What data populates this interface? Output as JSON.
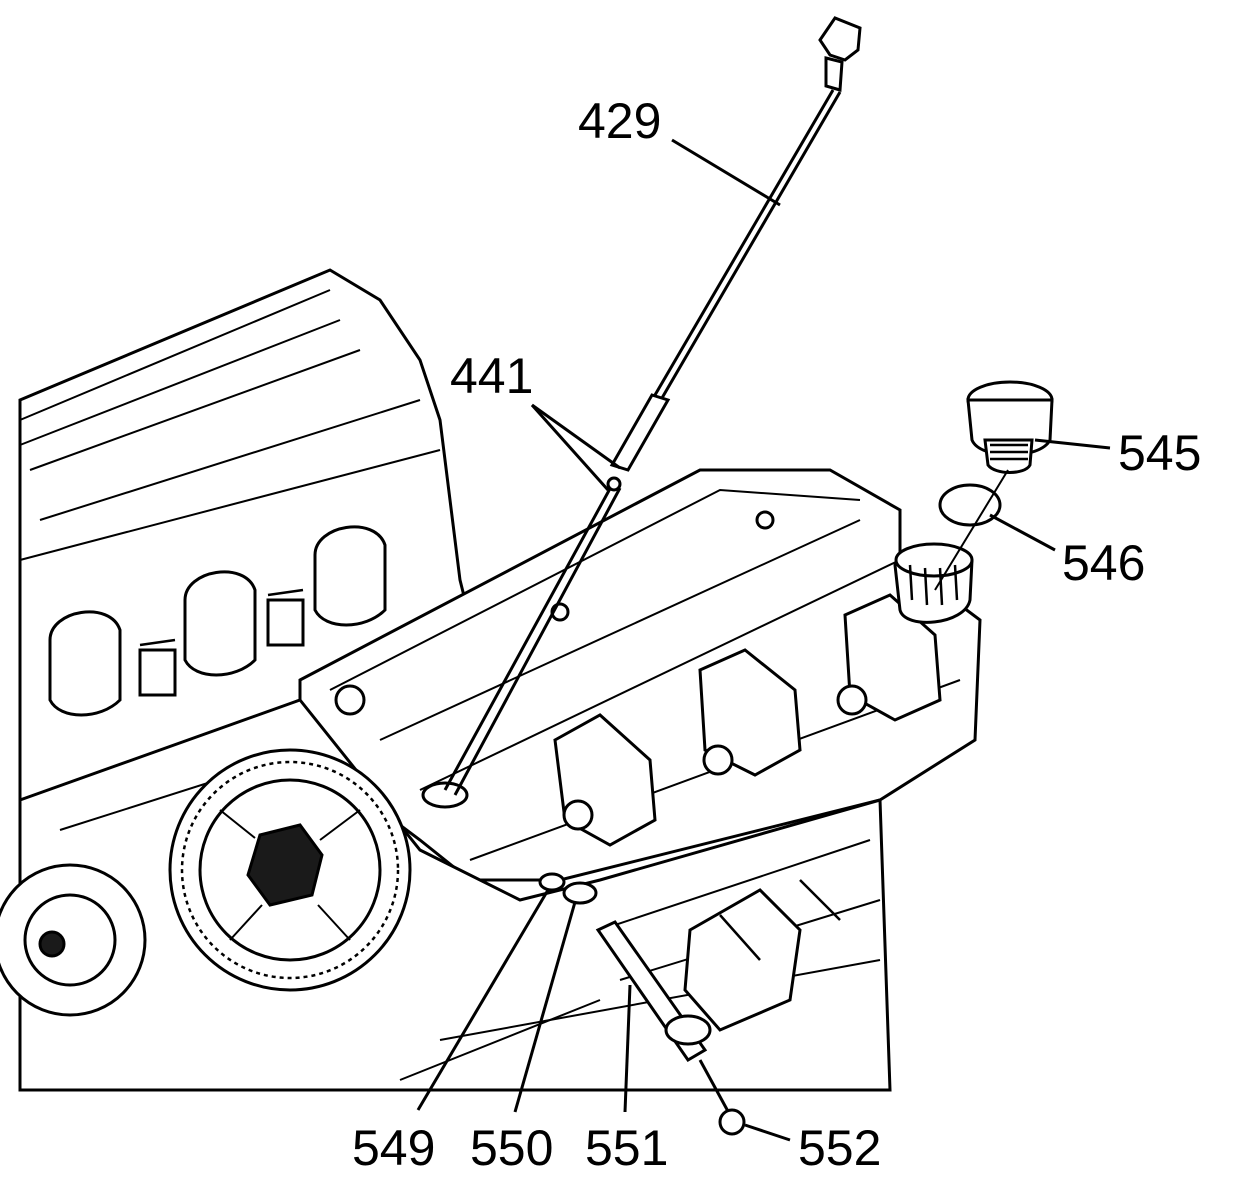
{
  "diagram": {
    "callouts": [
      {
        "id": "429",
        "label": "429"
      },
      {
        "id": "441",
        "label": "441"
      },
      {
        "id": "545",
        "label": "545"
      },
      {
        "id": "546",
        "label": "546"
      },
      {
        "id": "549",
        "label": "549"
      },
      {
        "id": "550",
        "label": "550"
      },
      {
        "id": "551",
        "label": "551"
      },
      {
        "id": "552",
        "label": "552"
      }
    ]
  },
  "colors": {
    "ink": "#000000",
    "paper": "#ffffff"
  }
}
